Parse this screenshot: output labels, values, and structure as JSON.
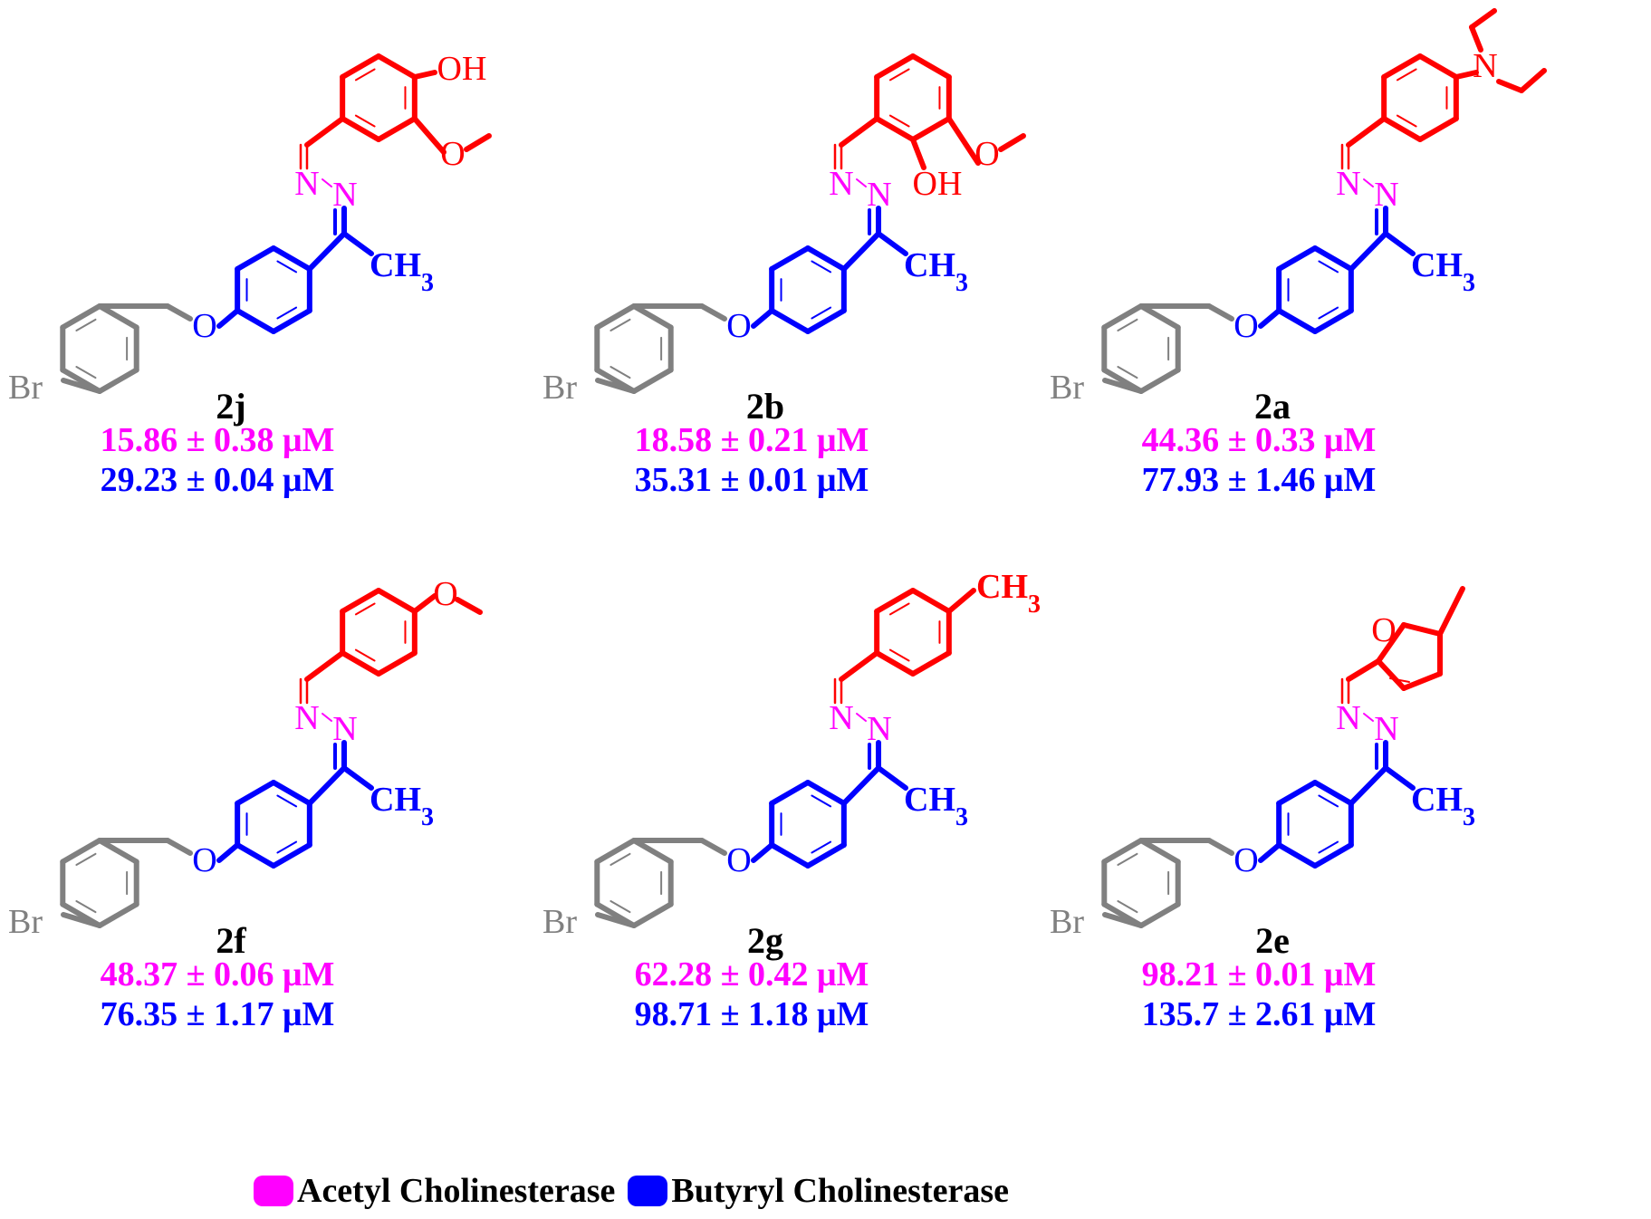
{
  "colors": {
    "acetyl": "#ff00ff",
    "butyryl": "#0000ff",
    "aldehyde_part": "#ff0000",
    "bromobenzyl_part": "#808080",
    "hydrazone_n": "#ff00ff"
  },
  "atom_labels": {
    "br": "Br",
    "o": "O",
    "n": "N",
    "ch3": "CH",
    "ch3_sub": "3",
    "oh": "OH"
  },
  "compounds": [
    {
      "id": "2j",
      "head": "vanillin",
      "acetyl_value": "15.86 ± 0.38 μM",
      "butyryl_value": "29.23 ± 0.04 μM"
    },
    {
      "id": "2b",
      "head": "o-vanillin",
      "acetyl_value": "18.58 ± 0.21 μM",
      "butyryl_value": "35.31 ± 0.01 μM"
    },
    {
      "id": "2a",
      "head": "diethylamino",
      "acetyl_value": "44.36 ± 0.33 μM",
      "butyryl_value": "77.93 ± 1.46 μM"
    },
    {
      "id": "2f",
      "head": "methoxy",
      "acetyl_value": "48.37 ± 0.06 μM",
      "butyryl_value": "76.35 ± 1.17 μM"
    },
    {
      "id": "2g",
      "head": "methyl",
      "acetyl_value": "62.28 ± 0.42 μM",
      "butyryl_value": "98.71 ± 1.18 μM"
    },
    {
      "id": "2e",
      "head": "methylfuran",
      "acetyl_value": "98.21 ± 0.01 μM",
      "butyryl_value": "135.7 ± 2.61 μM"
    }
  ],
  "legend": {
    "acetyl_label": "Acetyl Cholinesterase",
    "butyryl_label": "Butyryl Cholinesterase"
  }
}
